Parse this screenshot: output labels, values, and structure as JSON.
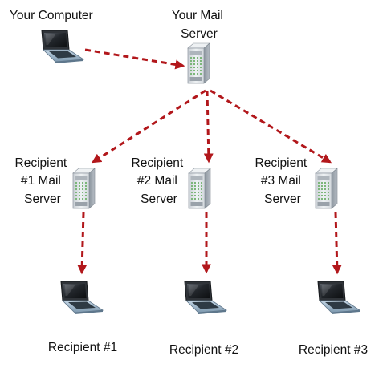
{
  "labels": {
    "your_computer": "Your Computer",
    "your_mail_server": [
      "Your Mail",
      "Server"
    ],
    "recipient1_server": [
      "Recipient",
      "#1 Mail",
      "Server"
    ],
    "recipient2_server": [
      "Recipient",
      "#2 Mail",
      "Server"
    ],
    "recipient3_server": [
      "Recipient",
      "#3 Mail",
      "Server"
    ],
    "recipient1": "Recipient #1",
    "recipient2": "Recipient #2",
    "recipient3": "Recipient #3"
  },
  "colors": {
    "arrow": "#b2171b",
    "text": "#111111"
  },
  "icons": {
    "computer": "laptop-icon",
    "server": "server-tower-icon"
  }
}
